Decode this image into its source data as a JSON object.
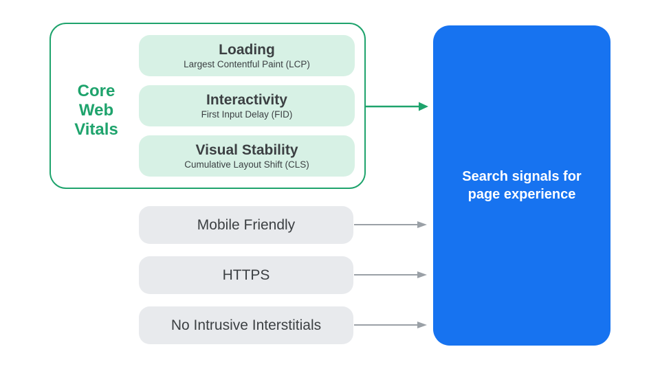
{
  "colors": {
    "green": "#1ea36c",
    "green_light": "#d7f1e5",
    "blue": "#1773f0",
    "gray_pill": "#e8eaed",
    "gray_arrow": "#9aa0a6",
    "text_dark": "#3c4043",
    "white": "#ffffff"
  },
  "core_web_vitals": {
    "label": "Core Web Vitals",
    "metrics": [
      {
        "title": "Loading",
        "subtitle": "Largest Contentful Paint (LCP)"
      },
      {
        "title": "Interactivity",
        "subtitle": "First Input Delay (FID)"
      },
      {
        "title": "Visual Stability",
        "subtitle": "Cumulative Layout Shift (CLS)"
      }
    ]
  },
  "other_signals": [
    {
      "label": "Mobile Friendly"
    },
    {
      "label": "HTTPS"
    },
    {
      "label": "No Intrusive Interstitials"
    }
  ],
  "result_box": {
    "label": "Search signals for page experience"
  }
}
